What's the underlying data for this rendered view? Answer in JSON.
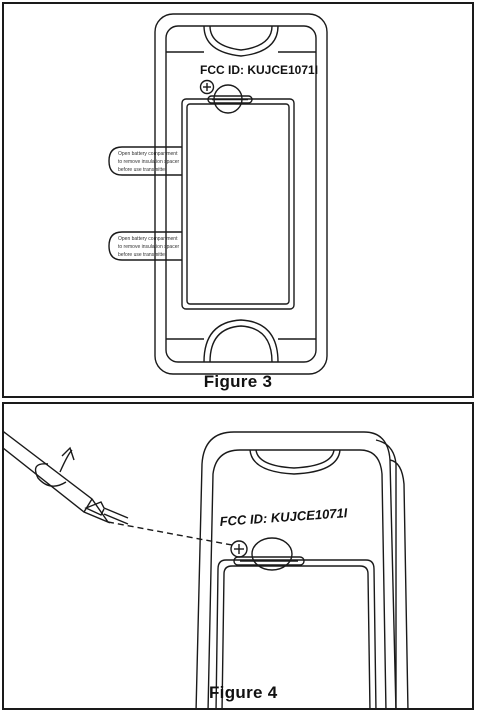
{
  "figure3": {
    "caption": "Figure 3",
    "fcc_label": "FCC ID: KUJCE1071I",
    "tab_top": [
      "Open battery compartment",
      "to remove insulation spacer",
      "before use transmitter"
    ],
    "tab_bottom": [
      "Open battery compartment",
      "to remove insulation spacer",
      "before use transmitter"
    ]
  },
  "figure4": {
    "caption": "Figure 4",
    "fcc_label": "FCC ID: KUJCE1071I"
  },
  "colors": {
    "line": "#1a1a1a",
    "background": "#ffffff"
  }
}
